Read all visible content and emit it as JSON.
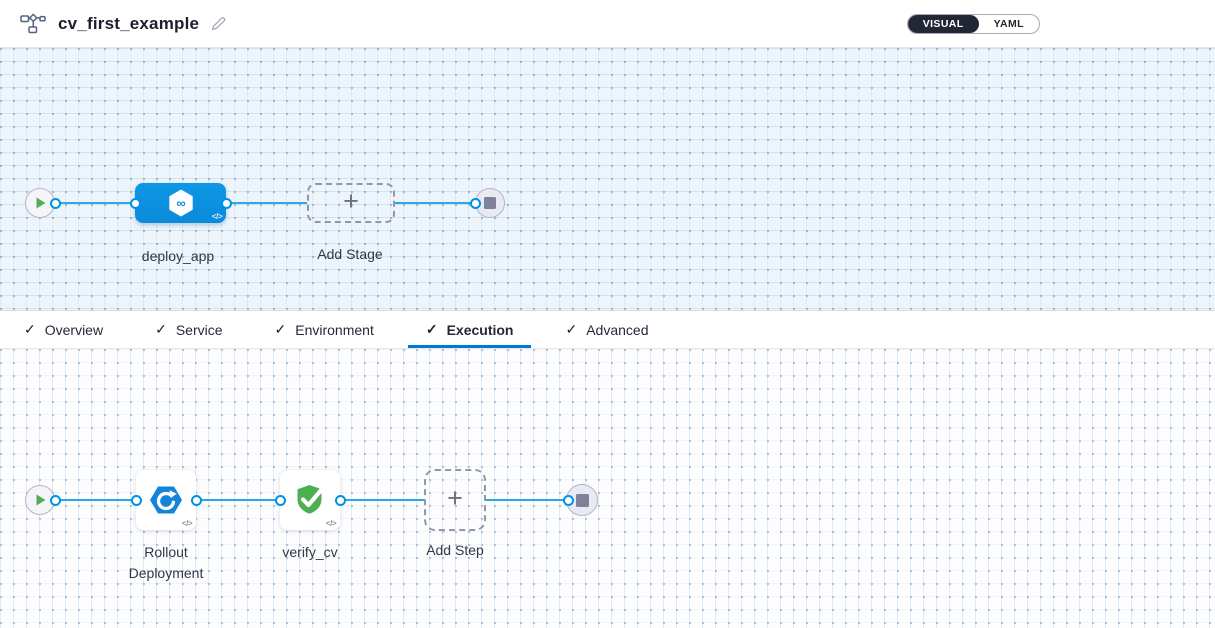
{
  "header": {
    "title": "cv_first_example",
    "mode_toggle": {
      "visual_label": "VISUAL",
      "yaml_label": "YAML",
      "active": "VISUAL"
    }
  },
  "stage_pipeline": {
    "stage_label": "deploy_app",
    "add_stage_label": "Add Stage"
  },
  "tabs": [
    {
      "label": "Overview",
      "checked": true,
      "active": false
    },
    {
      "label": "Service",
      "checked": true,
      "active": false
    },
    {
      "label": "Environment",
      "checked": true,
      "active": false
    },
    {
      "label": "Execution",
      "checked": true,
      "active": true
    },
    {
      "label": "Advanced",
      "checked": true,
      "active": false
    }
  ],
  "execution_pipeline": {
    "steps": [
      {
        "label": "Rollout Deployment",
        "icon": "rollout-deployment-icon"
      },
      {
        "label": "verify_cv",
        "icon": "shield-check-icon"
      }
    ],
    "add_step_label": "Add Step"
  },
  "ui": {
    "check_glyph": "✓",
    "plus_glyph": "+",
    "infinity_glyph": "∞",
    "code_glyph": "</>"
  },
  "colors": {
    "accent_blue": "#0092e4",
    "wire_blue": "#29abe2",
    "stage_node_blue": "#0b8fe0",
    "tab_underline_blue": "#0278d5",
    "success_green": "#4caf50",
    "play_green": "#53ad58",
    "toggle_active_bg": "#232734",
    "canvas_stage_bg": "#edf5fb"
  }
}
